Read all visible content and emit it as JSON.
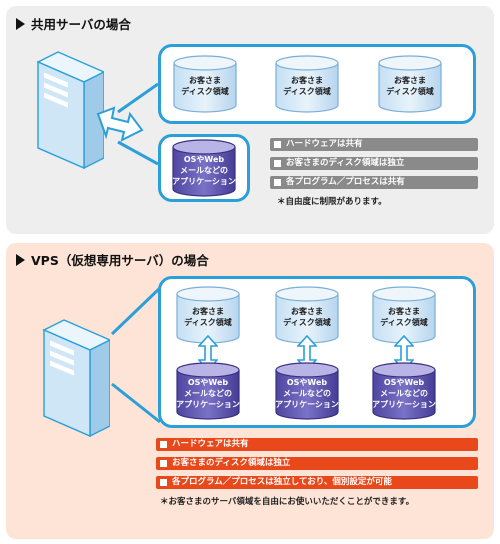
{
  "shared": {
    "heading": "共用サーバの場合",
    "disk_label_1": "お客さま",
    "disk_label_2": "ディスク領域",
    "app_label_1": "OSやWeb",
    "app_label_2": "メールなどの",
    "app_label_3": "アプリケーション",
    "features": [
      "ハードウェアは共有",
      "お客さまのディスク領域は独立",
      "各プログラム／プロセスは共有"
    ],
    "note": "＊自由度に制限があります。"
  },
  "vps": {
    "heading": "VPS（仮想専用サーバ）の場合",
    "disk_label_1": "お客さま",
    "disk_label_2": "ディスク領域",
    "app_label_1": "OSやWeb",
    "app_label_2": "メールなどの",
    "app_label_3": "アプリケーション",
    "features": [
      "ハードウェアは共有",
      "お客さまのディスク領域は独立",
      "各プログラム／プロセスは独立しており、個別設定が可能"
    ],
    "note": "＊お客さまのサーバ領域を自由にお使いいただくことができます。"
  },
  "colors": {
    "accent_blue": "#2a9fd8",
    "disk_fill": "#d9ecf8",
    "app_fill": "#6b62b8",
    "shared_tag": "#8a8a8a",
    "vps_tag": "#e8481a"
  }
}
